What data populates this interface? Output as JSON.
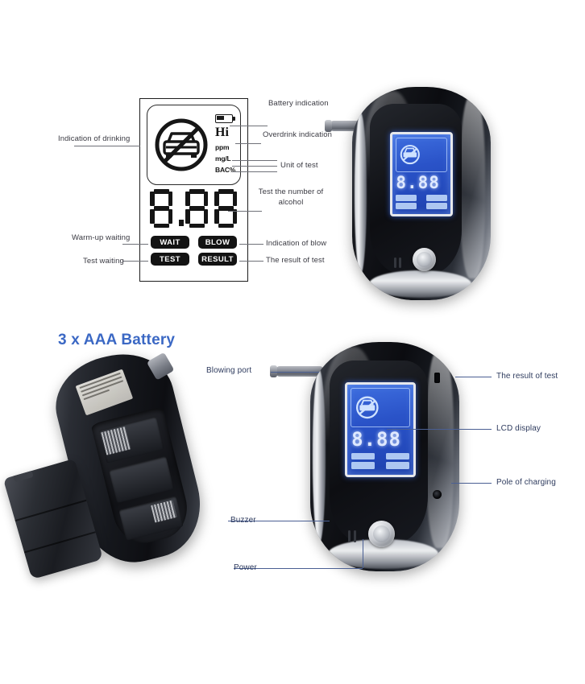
{
  "page": {
    "background": "#ffffff",
    "accent_blue": "#3b68c4",
    "callout_navy": "#2e3b5e",
    "lcd_blue": "#2a53c8"
  },
  "diagram": {
    "title_hidden": "",
    "display_value": "8.88",
    "overdrink_symbol": "Hi",
    "units": [
      "ppm",
      "mg/L",
      "BAC%"
    ],
    "status_buttons": [
      {
        "label": "WAIT"
      },
      {
        "label": "BLOW"
      },
      {
        "label": "TEST"
      },
      {
        "label": "RESULT"
      }
    ],
    "callouts_left": [
      {
        "label": "Indication of drinking"
      },
      {
        "label": "Warm-up waiting"
      },
      {
        "label": "Test waiting"
      }
    ],
    "callouts_right": [
      {
        "label": "Battery indication"
      },
      {
        "label": "Overdrink indication"
      },
      {
        "label": "Unit of test"
      },
      {
        "label": "Test the number of alcohol"
      },
      {
        "label": "Indication of blow"
      },
      {
        "label": "The result of test"
      }
    ]
  },
  "battery_section": {
    "heading": "3 x AAA Battery"
  },
  "device_callouts": [
    {
      "label": "Blowing port",
      "side": "left"
    },
    {
      "label": "Buzzer",
      "side": "left"
    },
    {
      "label": "Power",
      "side": "left"
    },
    {
      "label": "The result of test",
      "side": "right"
    },
    {
      "label": "LCD display",
      "side": "right"
    },
    {
      "label": "Pole of charging",
      "side": "right"
    }
  ],
  "device_screen": {
    "value": "8.88"
  }
}
